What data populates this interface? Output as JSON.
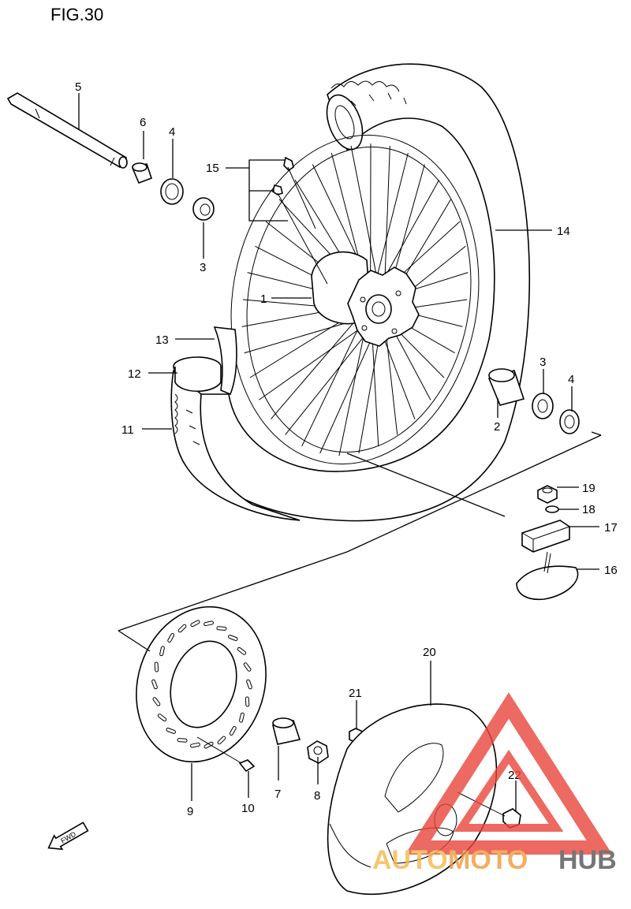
{
  "figure": {
    "title": "FIG.30"
  },
  "parts": [
    {
      "id": "p1",
      "number": "1"
    },
    {
      "id": "p2",
      "number": "2"
    },
    {
      "id": "p3a",
      "number": "3"
    },
    {
      "id": "p3b",
      "number": "3"
    },
    {
      "id": "p4a",
      "number": "4"
    },
    {
      "id": "p4b",
      "number": "4"
    },
    {
      "id": "p5",
      "number": "5"
    },
    {
      "id": "p6",
      "number": "6"
    },
    {
      "id": "p7",
      "number": "7"
    },
    {
      "id": "p8",
      "number": "8"
    },
    {
      "id": "p9",
      "number": "9"
    },
    {
      "id": "p10",
      "number": "10"
    },
    {
      "id": "p11",
      "number": "11"
    },
    {
      "id": "p12",
      "number": "12"
    },
    {
      "id": "p13",
      "number": "13"
    },
    {
      "id": "p14",
      "number": "14"
    },
    {
      "id": "p15",
      "number": "15"
    },
    {
      "id": "p16",
      "number": "16"
    },
    {
      "id": "p17",
      "number": "17"
    },
    {
      "id": "p18",
      "number": "18"
    },
    {
      "id": "p19",
      "number": "19"
    },
    {
      "id": "p20",
      "number": "20"
    },
    {
      "id": "p21",
      "number": "21"
    },
    {
      "id": "p22",
      "number": "22"
    }
  ],
  "direction_marker": "FWD",
  "watermark": {
    "text_a": "AUTO",
    "text_b": "MOTO",
    "text_c": "HUB",
    "color_a": "#f5b94a",
    "color_b": "#f09a3a",
    "color_c": "#555555",
    "triangle_color": "#e8453c"
  }
}
